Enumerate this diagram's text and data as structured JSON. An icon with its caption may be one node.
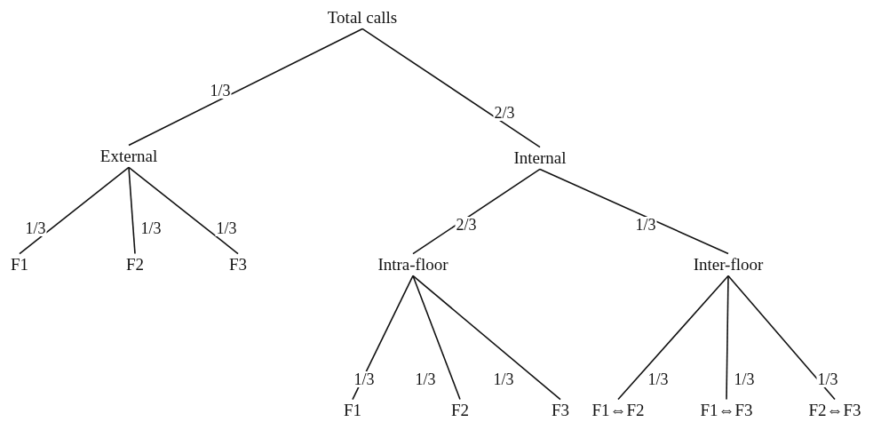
{
  "diagram": {
    "nodes": [
      {
        "text": [
          "Total calls"
        ]
      },
      {
        "text": [
          "External"
        ]
      },
      {
        "text": [
          "Internal"
        ]
      },
      {
        "text": [
          "F1"
        ]
      },
      {
        "text": [
          "F2"
        ]
      },
      {
        "text": [
          "F3"
        ]
      },
      {
        "text": [
          "Intra-floor"
        ]
      },
      {
        "text": [
          "Inter-floor"
        ]
      },
      {
        "text": [
          "F1"
        ]
      },
      {
        "text": [
          "F2"
        ]
      },
      {
        "text": [
          "F3"
        ]
      },
      {
        "text": [
          "F1⇔F2"
        ]
      },
      {
        "text": [
          "F1⇔F3"
        ]
      },
      {
        "text": [
          "F2⇔F3"
        ]
      }
    ],
    "edges": [
      {
        "from": 0,
        "to": 1,
        "arrow": "none",
        "label": "1/3"
      },
      {
        "from": 0,
        "to": 2,
        "arrow": "none",
        "label": "2/3"
      },
      {
        "from": 1,
        "to": 3,
        "arrow": "none",
        "label": "1/3"
      },
      {
        "from": 1,
        "to": 4,
        "arrow": "none",
        "label": "1/3"
      },
      {
        "from": 1,
        "to": 5,
        "arrow": "none",
        "label": "1/3"
      },
      {
        "from": 2,
        "to": 6,
        "arrow": "none",
        "label": "2/3"
      },
      {
        "from": 2,
        "to": 7,
        "arrow": "none",
        "label": "1/3"
      },
      {
        "from": 6,
        "to": 8,
        "arrow": "none",
        "label": "1/3"
      },
      {
        "from": 6,
        "to": 9,
        "arrow": "none",
        "label": "1/3"
      },
      {
        "from": 6,
        "to": 10,
        "arrow": "none",
        "label": "1/3"
      },
      {
        "from": 7,
        "to": 11,
        "arrow": "none",
        "label": "1/3"
      },
      {
        "from": 7,
        "to": 12,
        "arrow": "none",
        "label": "1/3"
      },
      {
        "from": 7,
        "to": 13,
        "arrow": "none",
        "label": "1/3"
      }
    ]
  }
}
